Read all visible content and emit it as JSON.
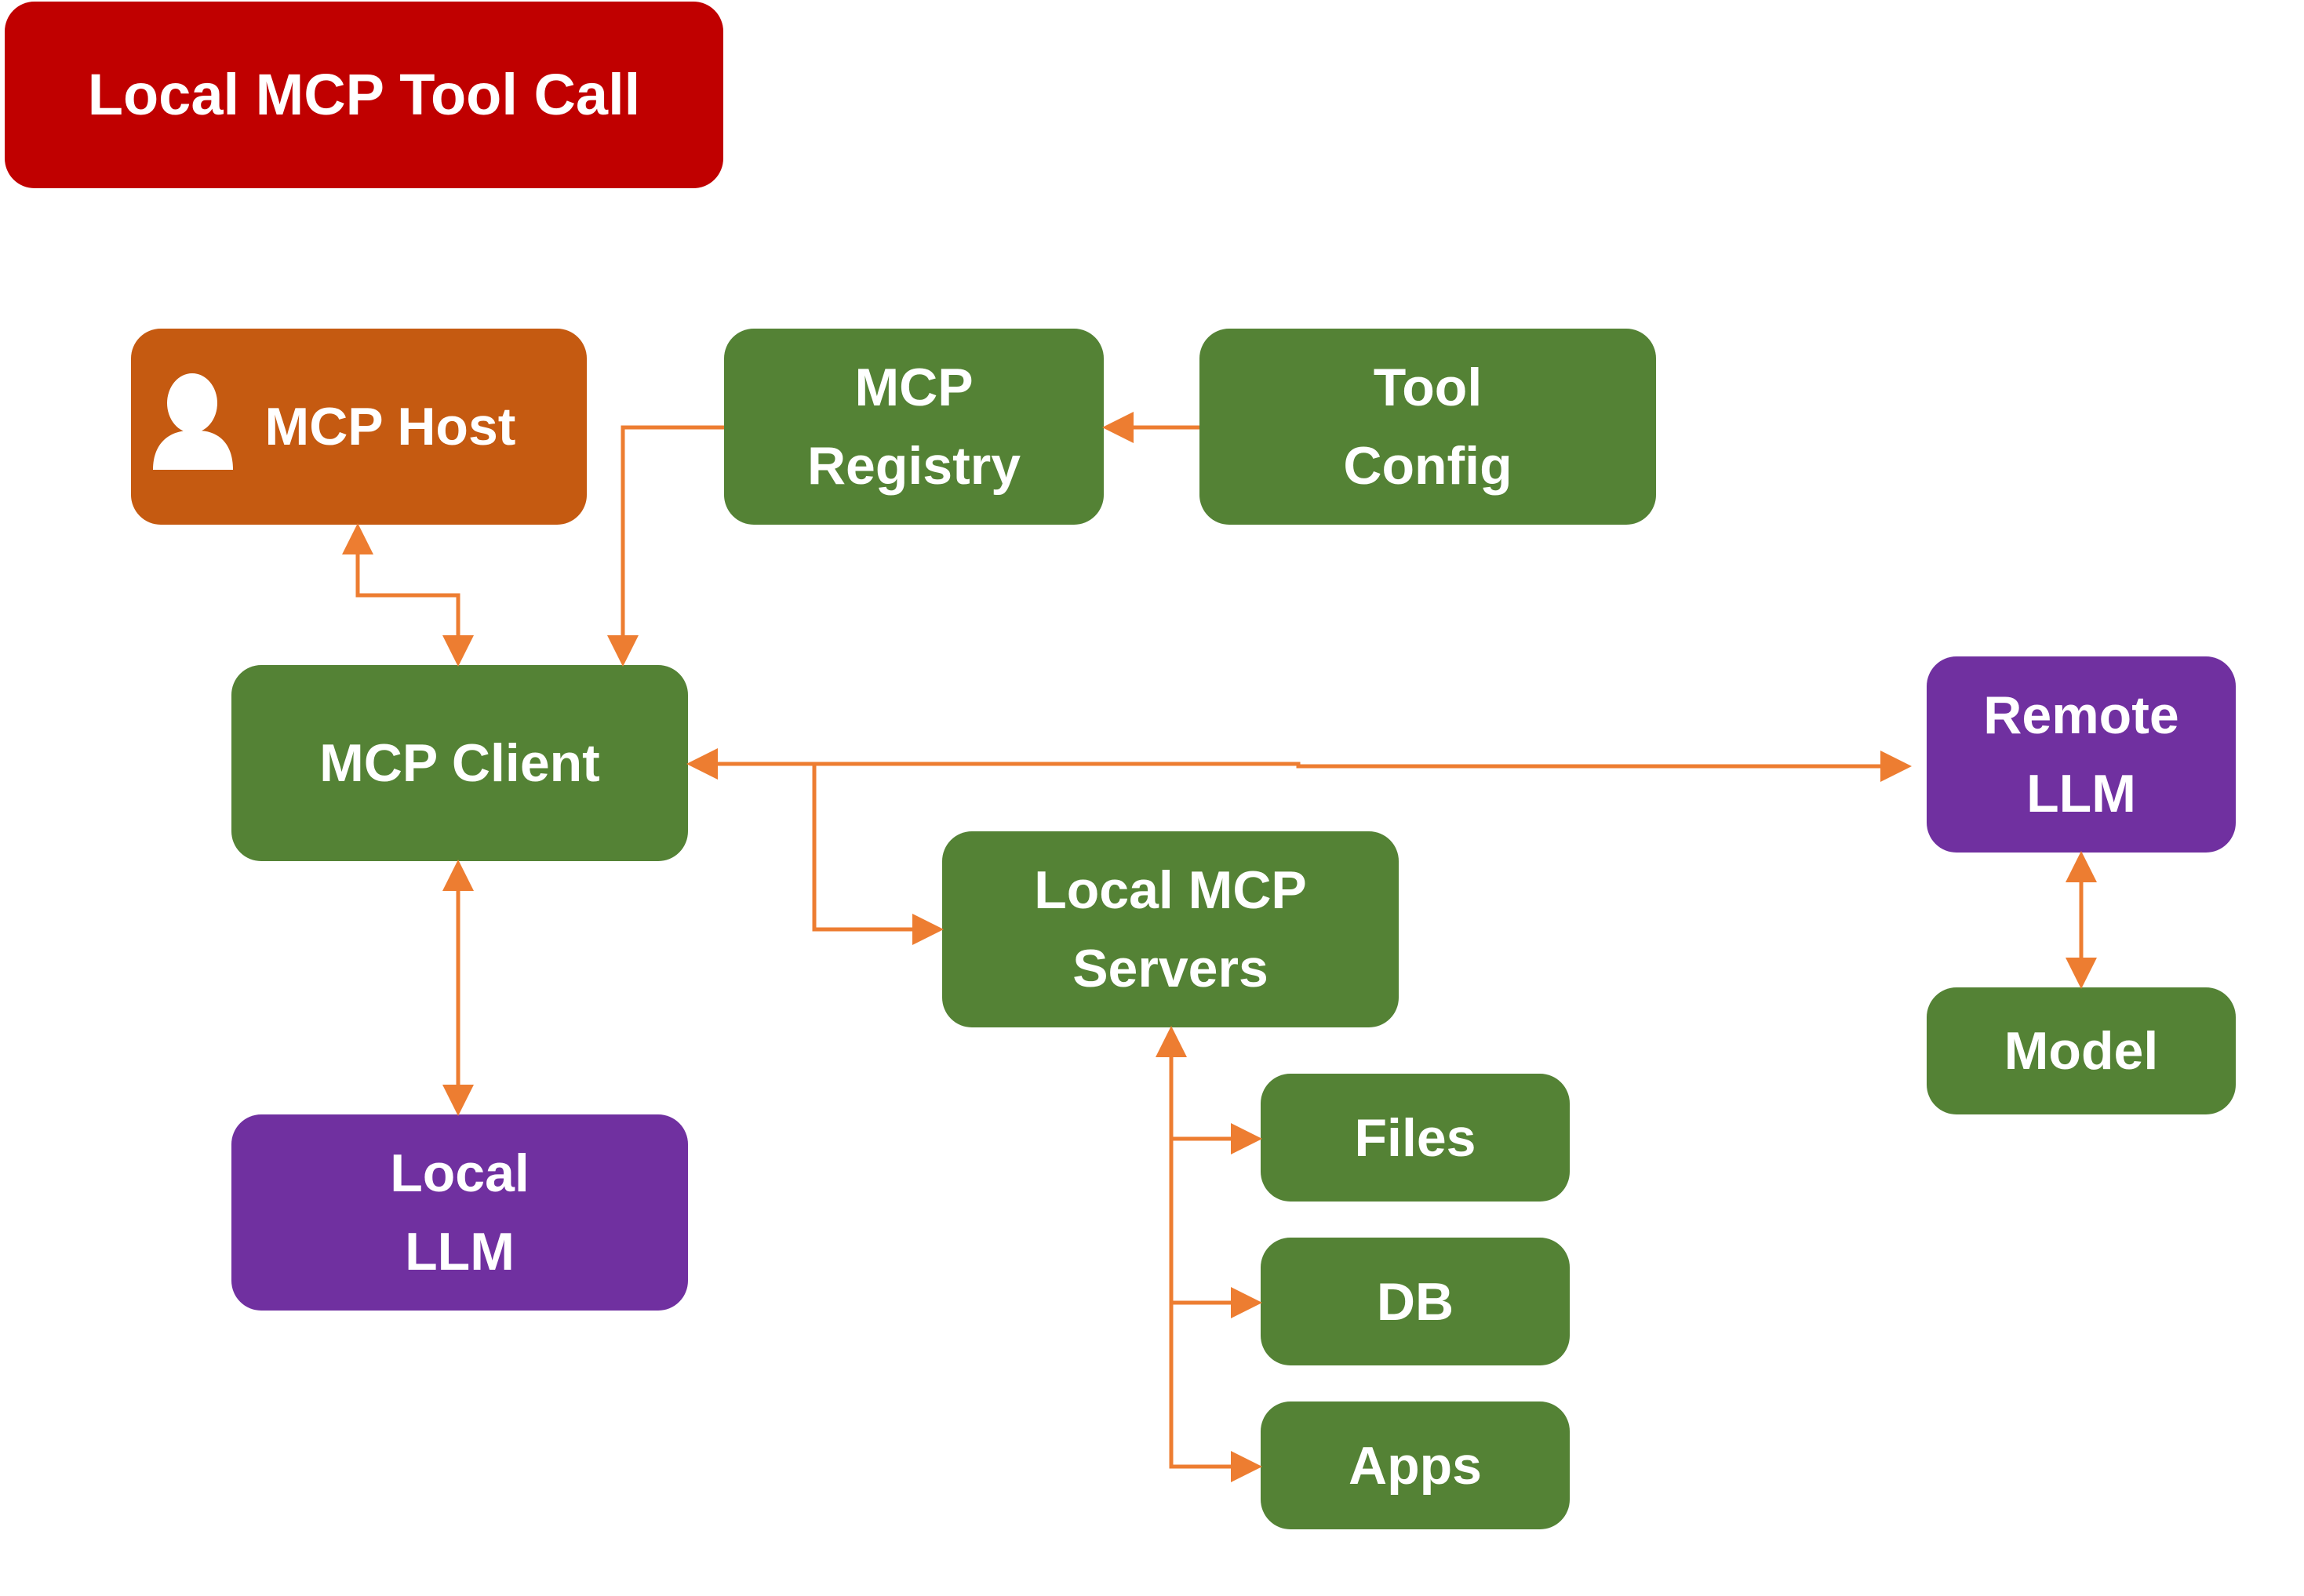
{
  "title": "Local MCP Tool Call",
  "nodes": {
    "mcp_host": "MCP Host",
    "mcp_registry": "MCP\nRegistry",
    "tool_config": "Tool\nConfig",
    "mcp_client": "MCP Client",
    "remote_llm": "Remote\nLLM",
    "local_mcp_servers": "Local MCP\nServers",
    "model": "Model",
    "local_llm": "Local\nLLM",
    "files": "Files",
    "db": "DB",
    "apps": "Apps"
  },
  "icons": {
    "host": "person-icon"
  },
  "colors": {
    "title": "#C00000",
    "host": "#C55A11",
    "component": "#548235",
    "llm": "#7030A0",
    "connector": "#ED7D31"
  }
}
